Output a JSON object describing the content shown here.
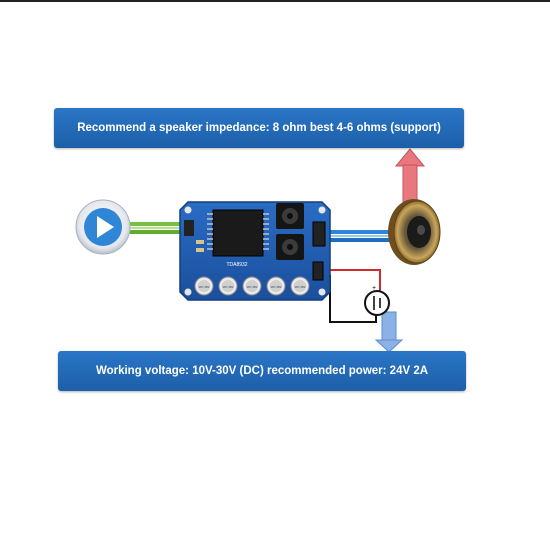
{
  "banners": {
    "top": "Recommend a speaker impedance: 8 ohm best 4-6 ohms (support)",
    "bottom": "Working voltage: 10V-30V (DC) recommended power: 24V 2A"
  },
  "board": {
    "chip_label": "TDA8932",
    "capacitor_label": "VIO 16V"
  },
  "colors": {
    "banner_blue": "#2068b5",
    "board_blue": "#1e5bb0",
    "input_wire_green": "#76c043",
    "output_wire_blue": "#2f86d6",
    "power_wire_red": "#d12a2a",
    "arrow_red": "#e8787e",
    "arrow_blue": "#8ab2e6"
  },
  "icons": [
    "play-icon",
    "speaker-icon",
    "battery-icon",
    "arrow-up-icon",
    "arrow-down-icon"
  ]
}
